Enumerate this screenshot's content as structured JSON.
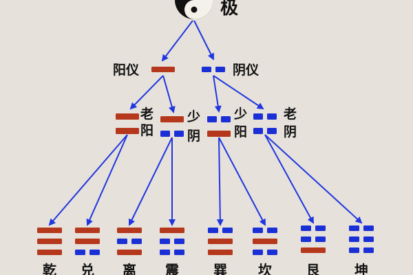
{
  "taiji": {
    "label": "极",
    "icon": "yin-yang-icon"
  },
  "yi": {
    "yang": {
      "label": "阳仪",
      "lines": [
        "yang"
      ]
    },
    "yin": {
      "label": "阴仪",
      "lines": [
        "yin"
      ]
    }
  },
  "xiang": [
    {
      "key": "laoyang",
      "chars": [
        "老",
        "阳"
      ],
      "lines": [
        "yang",
        "yang"
      ]
    },
    {
      "key": "shaoyin",
      "chars": [
        "少",
        "阴"
      ],
      "lines": [
        "yin",
        "yang"
      ]
    },
    {
      "key": "shaoyang",
      "chars": [
        "少",
        "阳"
      ],
      "lines": [
        "yang",
        "yin"
      ]
    },
    {
      "key": "laoyin",
      "chars": [
        "老",
        "阴"
      ],
      "lines": [
        "yin",
        "yin"
      ]
    }
  ],
  "gua": [
    {
      "name": "乾",
      "lines": [
        "yang",
        "yang",
        "yang"
      ]
    },
    {
      "name": "兑",
      "lines": [
        "yin",
        "yang",
        "yang"
      ]
    },
    {
      "name": "离",
      "lines": [
        "yang",
        "yin",
        "yang"
      ]
    },
    {
      "name": "震",
      "lines": [
        "yin",
        "yin",
        "yang"
      ]
    },
    {
      "name": "巽",
      "lines": [
        "yang",
        "yang",
        "yin"
      ]
    },
    {
      "name": "坎",
      "lines": [
        "yin",
        "yang",
        "yin"
      ]
    },
    {
      "name": "艮",
      "lines": [
        "yang",
        "yin",
        "yin"
      ]
    },
    {
      "name": "坤",
      "lines": [
        "yin",
        "yin",
        "yin"
      ]
    }
  ],
  "colors": {
    "yang": "#b5371c",
    "yin": "#1a2fd6",
    "arrow": "#1f36e0",
    "background": "#e6e1da",
    "text": "#111111"
  }
}
